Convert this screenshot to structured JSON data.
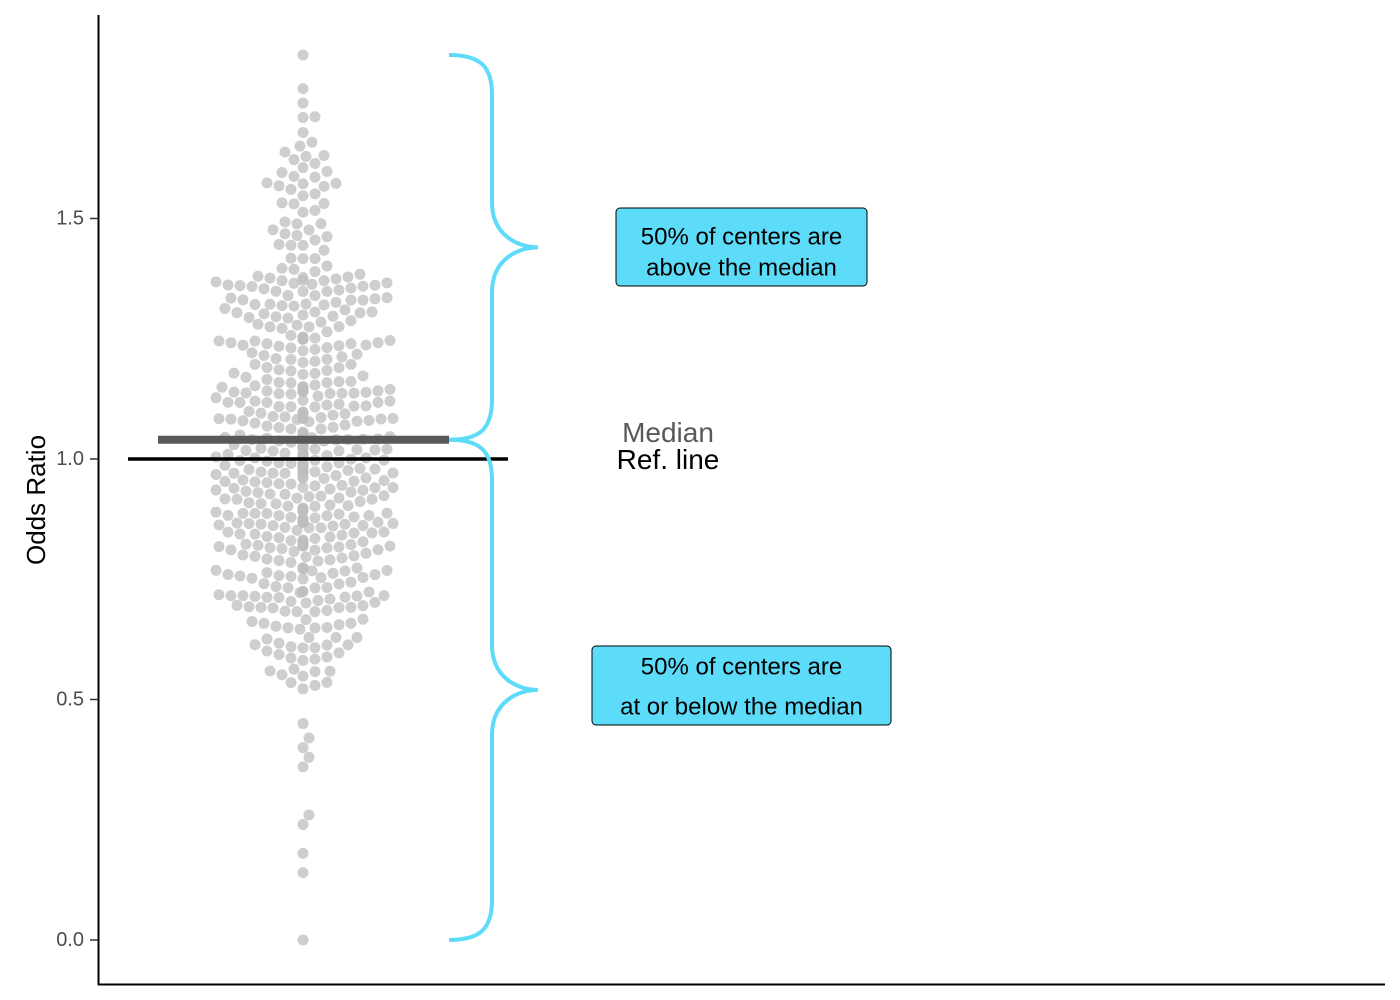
{
  "chart_data": {
    "type": "scatter",
    "style": "beeswarm",
    "ylabel": "Odds Ratio",
    "xlabel": "",
    "ylim": [
      -0.09,
      1.92
    ],
    "yticks": [
      {
        "value": 0.0,
        "label": "0.0"
      },
      {
        "value": 0.5,
        "label": "0.5"
      },
      {
        "value": 1.0,
        "label": "1.0"
      },
      {
        "value": 1.5,
        "label": "1.5"
      }
    ],
    "grid": false,
    "point_count": 560,
    "point_color": "#bdbdbd",
    "outlier_values": [
      0.0,
      0.14,
      0.18,
      0.24,
      0.26,
      0.36,
      0.38,
      0.4,
      0.42,
      0.45,
      1.74,
      1.77,
      1.84
    ],
    "median": 1.04,
    "reference_line": 1.0,
    "labels": {
      "median": "Median",
      "ref_line": "Ref. line"
    },
    "annotations": {
      "upper": {
        "line1": "50% of centers are",
        "line2": "above the median",
        "range": [
          1.04,
          1.84
        ]
      },
      "lower": {
        "line1": "50% of centers are",
        "line2": "at or below the median",
        "range": [
          0.0,
          1.04
        ]
      }
    },
    "colors": {
      "median_line": "#595959",
      "ref_line": "#000000",
      "brace": "#5ddcf9",
      "box_fill": "#5ddcf9",
      "median_label": "#595959"
    }
  }
}
